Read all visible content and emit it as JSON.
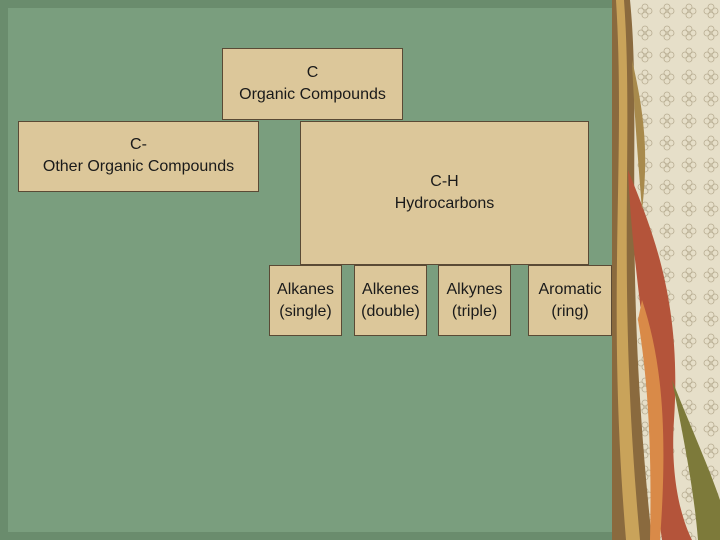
{
  "diagram": {
    "root": {
      "line1": "C",
      "line2": "Organic Compounds"
    },
    "other": {
      "line1": "C-",
      "line2": "Other Organic Compounds"
    },
    "hydrocarbons": {
      "line1": "C-H",
      "line2": "Hydrocarbons"
    },
    "leaves": [
      {
        "line1": "Alkanes",
        "line2": "(single)"
      },
      {
        "line1": "Alkenes",
        "line2": "(double)"
      },
      {
        "line1": "Alkynes",
        "line2": "(triple)"
      },
      {
        "line1": "Aromatic",
        "line2": "(ring)"
      }
    ]
  },
  "colors": {
    "background": "#7a9e7e",
    "box_fill": "#dcc79a",
    "box_border": "#5a4a35"
  }
}
